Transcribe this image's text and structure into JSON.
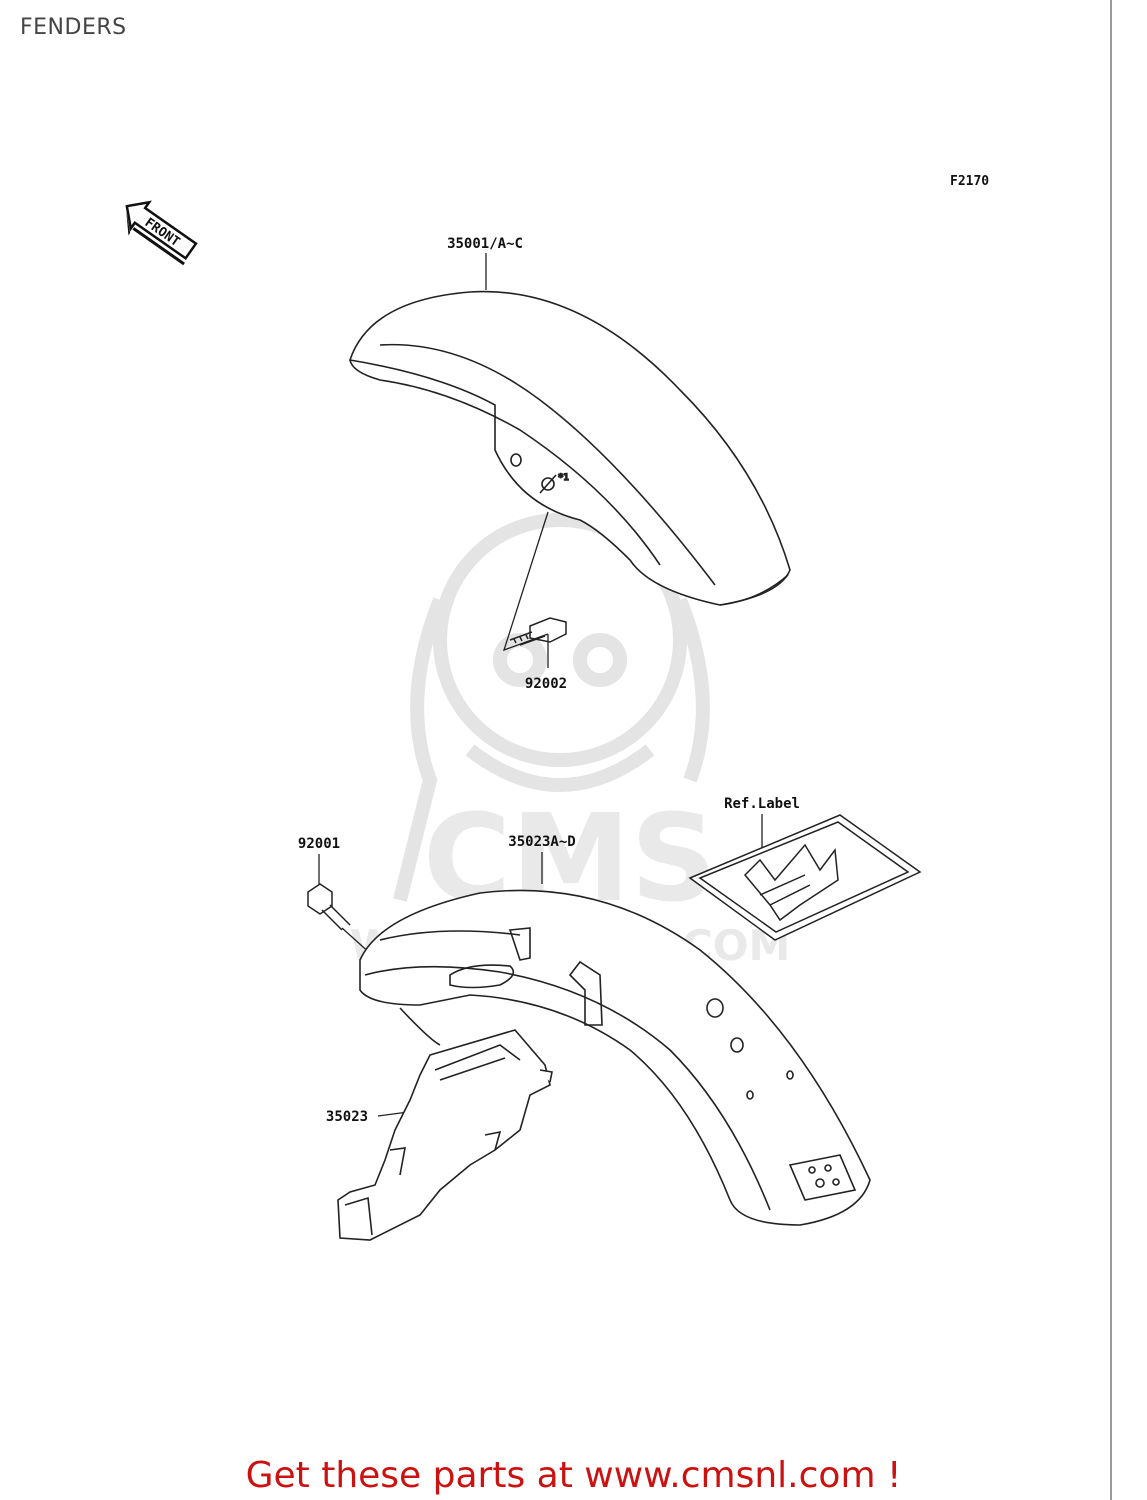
{
  "page": {
    "title": "FENDERS"
  },
  "diagram": {
    "figure_code": "F2170",
    "direction_label": "FRONT",
    "parts": {
      "front_fender": "35001/A~C",
      "bolt_front": "92002",
      "bolt_rear": "92001",
      "rear_fender": "35023A~D",
      "inner_fender": "35023",
      "ref_label": "Ref.Label"
    },
    "watermark": {
      "brand": "CMS",
      "url": "WWW.CMSNL.COM"
    }
  },
  "footer": {
    "link_text": "Get these parts at www.cmsnl.com !"
  },
  "colors": {
    "footer_link": "#cc1111",
    "title": "#444444",
    "watermark": "#e6e6e6"
  }
}
